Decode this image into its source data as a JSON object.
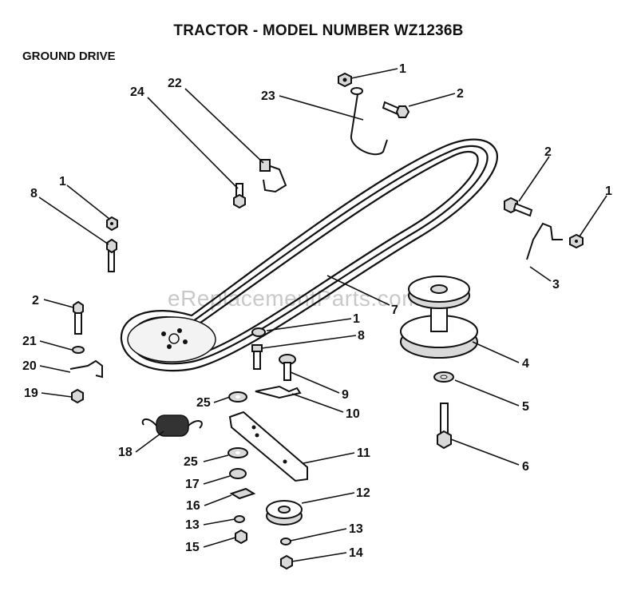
{
  "header": {
    "title": "TRACTOR  - MODEL NUMBER WZ1236B",
    "section": "GROUND DRIVE"
  },
  "watermark": "eReplacementParts.com",
  "callouts": [
    {
      "id": "c1a",
      "number": "1"
    },
    {
      "id": "c2a",
      "number": "2"
    },
    {
      "id": "c23",
      "number": "23"
    },
    {
      "id": "c24",
      "number": "24"
    },
    {
      "id": "c22",
      "number": "22"
    },
    {
      "id": "c2b",
      "number": "2"
    },
    {
      "id": "c1b",
      "number": "1"
    },
    {
      "id": "c1c",
      "number": "1"
    },
    {
      "id": "c8a",
      "number": "8"
    },
    {
      "id": "c3",
      "number": "3"
    },
    {
      "id": "c7",
      "number": "7"
    },
    {
      "id": "c2c",
      "number": "2"
    },
    {
      "id": "c1d",
      "number": "1"
    },
    {
      "id": "c8b",
      "number": "8"
    },
    {
      "id": "c21",
      "number": "21"
    },
    {
      "id": "c20",
      "number": "20"
    },
    {
      "id": "c4",
      "number": "4"
    },
    {
      "id": "c19",
      "number": "19"
    },
    {
      "id": "c9",
      "number": "9"
    },
    {
      "id": "c25a",
      "number": "25"
    },
    {
      "id": "c10",
      "number": "10"
    },
    {
      "id": "c5",
      "number": "5"
    },
    {
      "id": "c18",
      "number": "18"
    },
    {
      "id": "c11",
      "number": "11"
    },
    {
      "id": "c25b",
      "number": "25"
    },
    {
      "id": "c6",
      "number": "6"
    },
    {
      "id": "c17",
      "number": "17"
    },
    {
      "id": "c12",
      "number": "12"
    },
    {
      "id": "c16",
      "number": "16"
    },
    {
      "id": "c13a",
      "number": "13"
    },
    {
      "id": "c13b",
      "number": "13"
    },
    {
      "id": "c15",
      "number": "15"
    },
    {
      "id": "c14",
      "number": "14"
    }
  ]
}
